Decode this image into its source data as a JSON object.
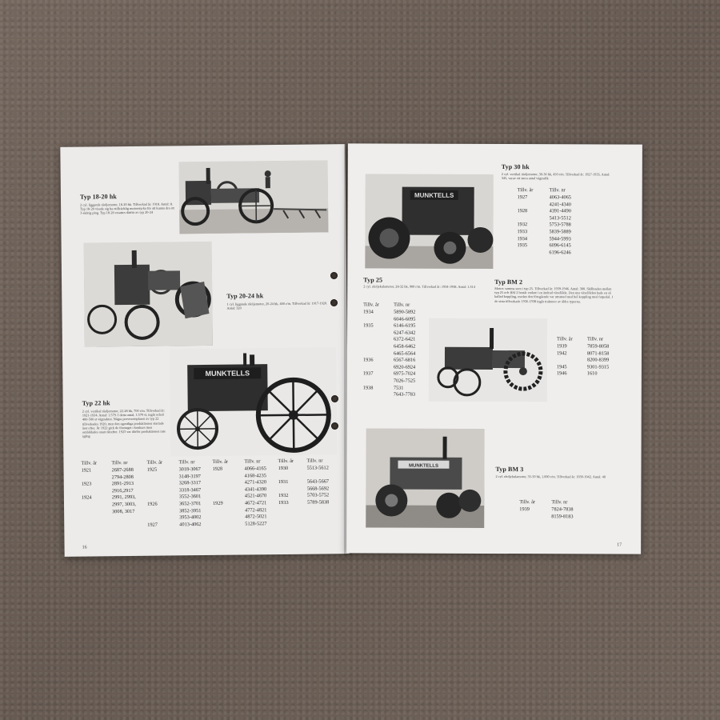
{
  "pages": {
    "left_number": "16",
    "right_number": "17"
  },
  "models": {
    "typ_18_20": {
      "title": "Typ 18-20 hk",
      "caption": "2 cyl. liggande råoljemotor, 18-20 hk. Tillverkad år: 1918. Antal: 8. Typ 18-20 visade sig ha otillräcklig motorstyrka för att kunna dra ett 3-skärig plog. Typ 18-20 ersattes därför av typ 20-24"
    },
    "typ_20_24": {
      "title": "Typ 20-24 hk",
      "caption": "1 cyl. liggande råoljemotor, 20-24 hk, 400 r/m. Tillverkad år: 1917-1920. Antal: 320"
    },
    "typ_22": {
      "title": "Typ 22 hk",
      "caption": "2 cyl. vertikal råoljemotor, 22-28 hk, 700 r/m. Tillverkad år: 1921-1934. Antal: 1.579. I detta antal, 1.579 st, ingår också 400-500 st vägtraktor. Några provexemplaren av typ 22 tillverkades 1920, men den egentliga produktionen startade året efter. År 1922 gick de företaget i konkurs men ombildades snart därefter. 1923 var därför produktionen inte igång"
    },
    "typ_25": {
      "title": "Typ 25",
      "caption": "2 cyl. råoljekulamotor, 28-32 hk, 900 r/m. Tillverkad år: 1934-1938. Antal: 1.314"
    },
    "typ_30": {
      "title": "Typ 30 hk",
      "caption": "2 cyl. vertikal råoljemotor, 30-36 hk, 450 r/m. Tillverkad år: 1927-1935. Antal: 345, varav ett stora antal vägtrafik"
    },
    "typ_bm2": {
      "title": "Typ BM 2",
      "caption": "Motor: samma som i typ 25. Tillverkad år: 1939-1946. Antal: 300. Skillnaden mellan typ 25 och BM 2 består endast i en ändrad växellåda. Den nya växellådan hade en så kallad koppling, medan den föregående var utrustad med hel koppling med fotpedal. I de sista tillverkade 1936-1938 ingår traktorer av äldre typerna."
    },
    "typ_bm3": {
      "title": "Typ BM 3",
      "caption": "2 cyl. råoljekulamotor, 35-50 hk, 1.000 r/m. Tillverkad år: 1939-1942. Antal: 40"
    }
  },
  "photos": {
    "munktells_label": "MUNKTELLS"
  },
  "table_headers": {
    "year": "Tillv. år",
    "number": "Tillv. nr"
  },
  "tables": {
    "typ22_col1": {
      "years": [
        "1921",
        "",
        "1923",
        "",
        "",
        "1924",
        "",
        "",
        ""
      ],
      "numbers": [
        "2687-2688",
        "2794-2808",
        "2891-2913",
        "2916,2917",
        "2991, 2993,",
        "2997, 3003,",
        "3008, 3017"
      ]
    },
    "typ22_col2": {
      "years": [
        "1925",
        "",
        "",
        "",
        "",
        "1926",
        "",
        "",
        "1927"
      ],
      "numbers": [
        "3018-3067",
        "3148-3197",
        "3268-3317",
        "3318-3467",
        "3552-3601",
        "3652-3701",
        "3852-3951",
        "3953-4002",
        "4013-4062"
      ]
    },
    "typ22_col3": {
      "years": [
        "1928",
        "",
        "",
        "",
        "",
        "1929"
      ],
      "numbers": [
        "4066-4165",
        "4168-4235",
        "4271-4320",
        "4341-4390",
        "4521-4670",
        "4672-4721",
        "4772-4821",
        "4872-5021",
        "5128-5227"
      ]
    },
    "typ22_col4": {
      "years": [
        "1930",
        "",
        "1931",
        "",
        "1932",
        "1933"
      ],
      "numbers": [
        "5513-5612",
        "5643-5667",
        "5668-5692",
        "5703-5752",
        "5789-5838"
      ]
    },
    "typ25": {
      "years": [
        "1934",
        "",
        "1935",
        "",
        "",
        "",
        "",
        "1936",
        "",
        "1937",
        "",
        "1938"
      ],
      "numbers": [
        "5890-5892",
        "6046-6095",
        "6146-6195",
        "6247-6342",
        "6372-6421",
        "6458-6462",
        "6465-6564",
        "6567-6816",
        "6920-6924",
        "6975-7024",
        "7026-7525",
        "7531",
        "7643-7783"
      ]
    },
    "typ30": {
      "years": [
        "1927",
        "",
        "1928",
        "",
        "1932",
        "1933",
        "1934",
        "1935"
      ],
      "numbers": [
        "4063-4065",
        "4241-4340",
        "4391-4490",
        "5413-5512",
        "5753-5788",
        "5839-5889",
        "5944-5993",
        "6096-6145",
        "6196-6246"
      ]
    },
    "typbm2": {
      "years": [
        "1939",
        "1942",
        "",
        "1945",
        "1946"
      ],
      "numbers": [
        "7859-8058",
        "8071-8158",
        "8200-8399",
        "9301-9315",
        "1610"
      ]
    },
    "typbm3": {
      "years": [
        "1939"
      ],
      "numbers": [
        "7824-7838",
        "8159-8183"
      ]
    }
  }
}
